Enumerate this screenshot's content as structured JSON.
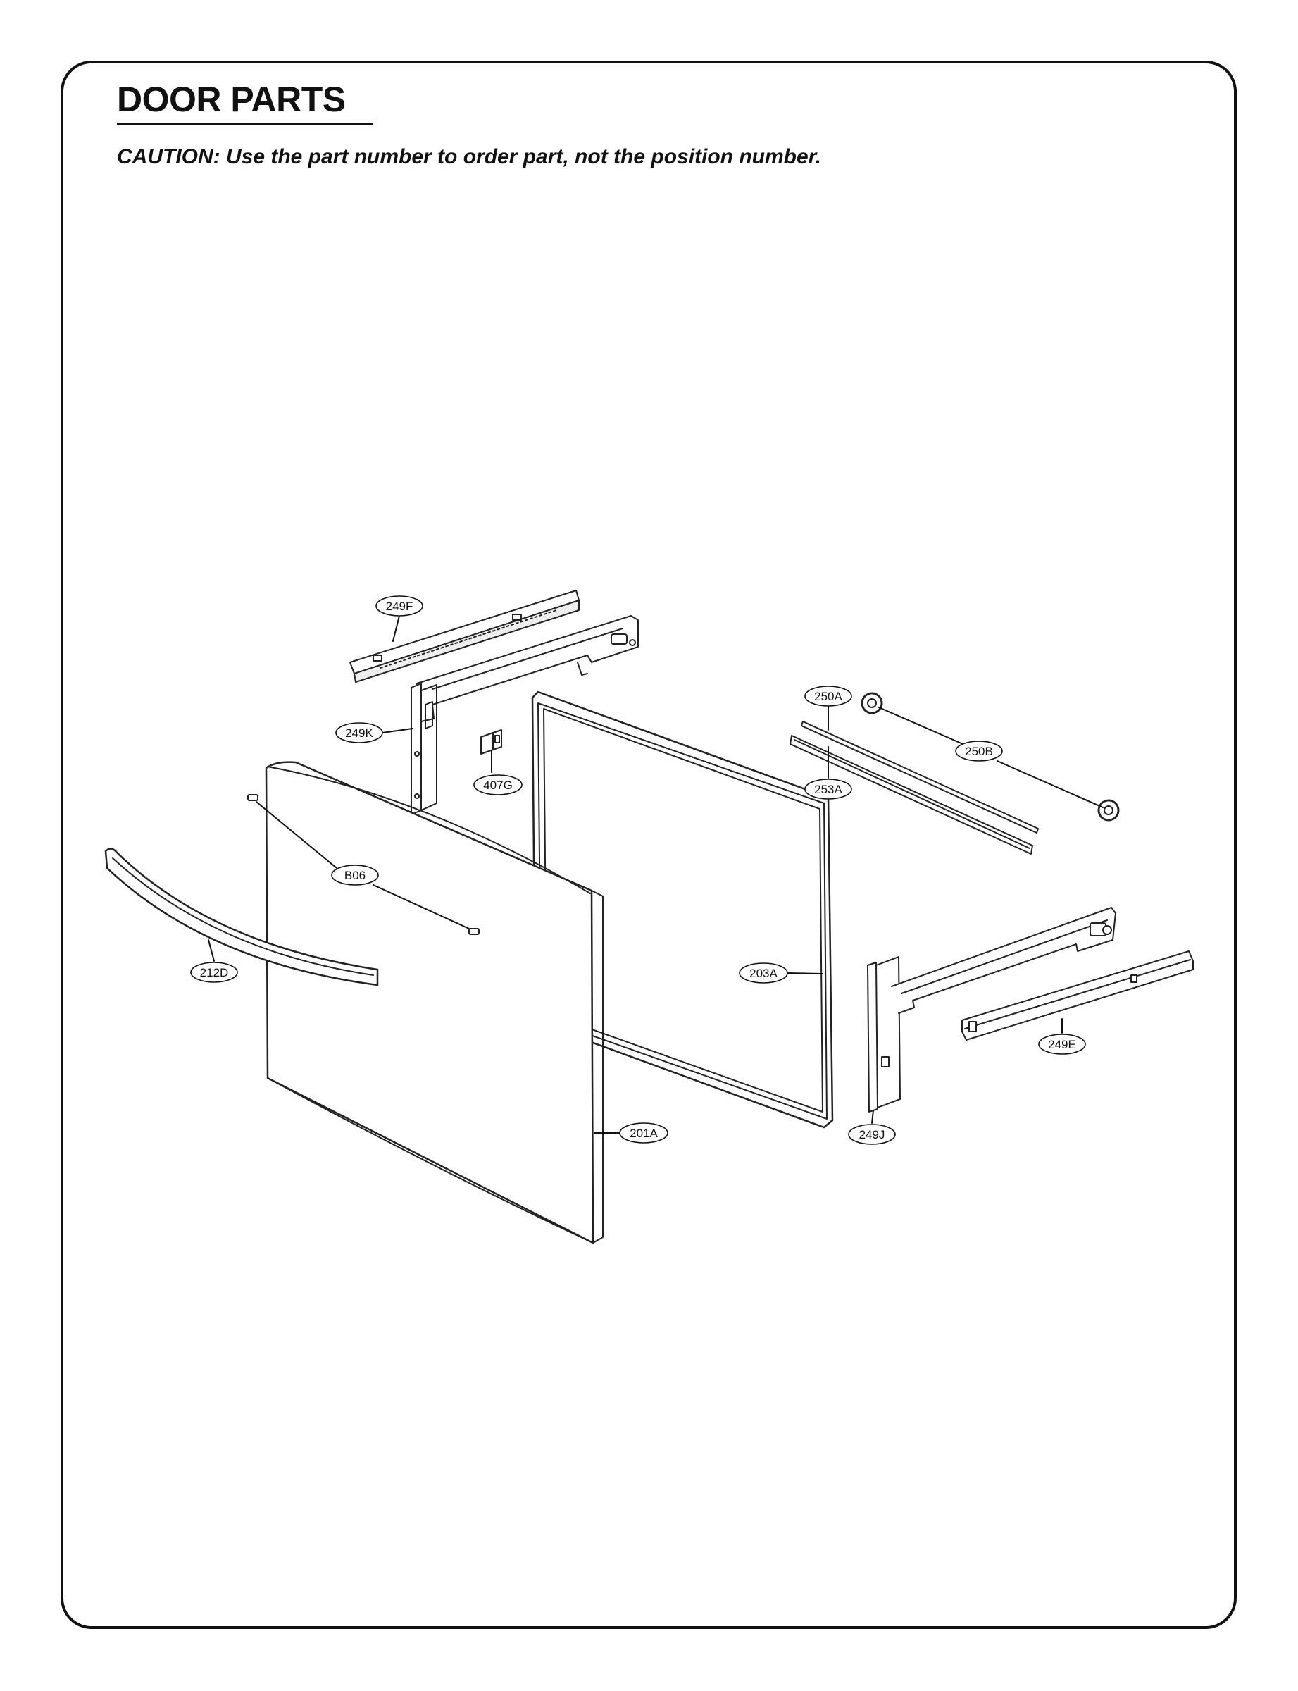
{
  "page": {
    "title": "DOOR PARTS",
    "caution": "CAUTION: Use the part number to order part, not the position number."
  },
  "labels": {
    "p249F": "249F",
    "p249K": "249K",
    "p407G": "407G",
    "p250A": "250A",
    "p250B": "250B",
    "p253A": "253A",
    "pB06": "B06",
    "p212D": "212D",
    "p203A": "203A",
    "p249E": "249E",
    "p249J": "249J",
    "p201A": "201A"
  }
}
